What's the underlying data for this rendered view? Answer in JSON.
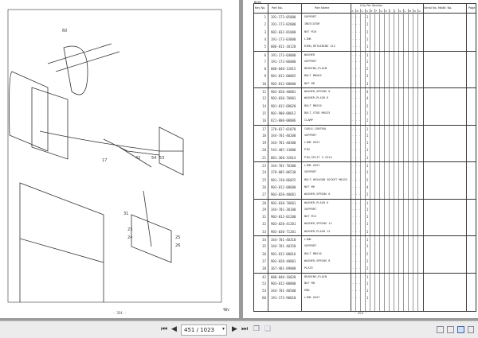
{
  "viewer": {
    "page_input": "451 / 1023",
    "left_page_number": "- 354 -",
    "right_page_number": "- 355 -",
    "left_page_mark": "¶BV"
  },
  "table": {
    "code": "B101",
    "headers": {
      "key": "Key No.",
      "part_no": "Part No.",
      "part_name": "Part Name",
      "qty": "Q'ty Per Section",
      "serial": "Serial No. Modif. No.",
      "page": "Page"
    },
    "sections": [
      "A",
      "B",
      "C",
      "D",
      "E",
      "F",
      "G",
      "H",
      "I",
      "J",
      "K",
      "L",
      "M",
      "N",
      "O"
    ],
    "rows": [
      {
        "key": "1",
        "part": "191-173-05000",
        "name": "SUPPORT",
        "qty": "1",
        "sep": false
      },
      {
        "key": "2",
        "part": "191-173-02000",
        "name": "INDICATOR",
        "qty": "1",
        "sep": false
      },
      {
        "key": "3",
        "part": "902-032-01000",
        "name": "NUT M10",
        "qty": "2",
        "sep": false
      },
      {
        "key": "4",
        "part": "191-173-03000",
        "name": "LINK",
        "qty": "1",
        "sep": false
      },
      {
        "key": "5",
        "part": "806-011-10120",
        "name": "RING,RETAINING S12",
        "qty": "1",
        "sep": false
      },
      {
        "key": "6",
        "part": "191-173-04000",
        "name": "WASHER",
        "qty": "3",
        "sep": true
      },
      {
        "key": "7",
        "part": "191-173-06000",
        "name": "SUPPORT",
        "qty": "1",
        "sep": false
      },
      {
        "key": "8",
        "part": "808-040-12015",
        "name": "BEARING,PLAIN",
        "qty": "2",
        "sep": false
      },
      {
        "key": "9",
        "part": "901-012-08065",
        "name": "BOLT M8X65",
        "qty": "3",
        "sep": false
      },
      {
        "key": "10",
        "part": "903-012-00800",
        "name": "NUT M8",
        "qty": "3",
        "sep": false
      },
      {
        "key": "11",
        "part": "903-020-40801",
        "name": "WASHER,SPRING 8",
        "qty": "4",
        "sep": true
      },
      {
        "key": "12",
        "part": "903-030-70801",
        "name": "WASHER,PLAIN 8",
        "qty": "4",
        "sep": false
      },
      {
        "key": "14",
        "part": "901-012-08020",
        "name": "BOLT M8X20",
        "qty": "2",
        "sep": false
      },
      {
        "key": "15",
        "part": "901-900-00012",
        "name": "BOLT,STUD M6X25",
        "qty": "2",
        "sep": false
      },
      {
        "key": "16",
        "part": "821-000-00006",
        "name": "CLAMP",
        "qty": "2",
        "sep": false
      },
      {
        "key": "17",
        "part": "370-017-01070",
        "name": "CABLE,CONTROL",
        "qty": "1",
        "sep": true
      },
      {
        "key": "18",
        "part": "344-701-40200",
        "name": "SUPPORT",
        "qty": "1",
        "sep": false
      },
      {
        "key": "19",
        "part": "344-701-40300",
        "name": "LINK ASSY",
        "qty": "1",
        "sep": false
      },
      {
        "key": "20",
        "part": "543-405-13000",
        "name": "PIN",
        "qty": "1",
        "sep": false
      },
      {
        "key": "21",
        "part": "801-360-32014",
        "name": "PIN,SPLIT 3.2X14",
        "qty": "1",
        "sep": false
      },
      {
        "key": "23",
        "part": "344-701-70300",
        "name": "LINK ASSY",
        "qty": "1",
        "sep": true
      },
      {
        "key": "24",
        "part": "370-005-06530",
        "name": "SUPPORT",
        "qty": "1",
        "sep": false
      },
      {
        "key": "25",
        "part": "901-310-06025",
        "name": "BOLT,HEXAGON SOCKET M6X25",
        "qty": "2",
        "sep": false
      },
      {
        "key": "26",
        "part": "903-012-00600",
        "name": "NUT M6",
        "qty": "4",
        "sep": false
      },
      {
        "key": "27",
        "part": "903-020-40601",
        "name": "WASHER,SPRING 6",
        "qty": "2",
        "sep": false
      },
      {
        "key": "28",
        "part": "903-030-70601",
        "name": "WASHER,PLAIN 6",
        "qty": "1",
        "sep": true
      },
      {
        "key": "29",
        "part": "344-701-30100",
        "name": "SUPPORT",
        "qty": "1",
        "sep": false
      },
      {
        "key": "31",
        "part": "903-012-01200",
        "name": "NUT M12",
        "qty": "1",
        "sep": false
      },
      {
        "key": "32",
        "part": "903-020-41201",
        "name": "WASHER,SPRING 12",
        "qty": "1",
        "sep": false
      },
      {
        "key": "33",
        "part": "903-030-71201",
        "name": "WASHER,PLAIN 12",
        "qty": "1",
        "sep": false
      },
      {
        "key": "34",
        "part": "344-701-40310",
        "name": "LINK",
        "qty": "1",
        "sep": true
      },
      {
        "key": "35",
        "part": "344-701-40350",
        "name": "SUPPORT",
        "qty": "1",
        "sep": false
      },
      {
        "key": "36",
        "part": "901-012-08016",
        "name": "BOLT M8X16",
        "qty": "2",
        "sep": false
      },
      {
        "key": "37",
        "part": "903-020-40801",
        "name": "WASHER,SPRING 8",
        "qty": "2",
        "sep": false
      },
      {
        "key": "38",
        "part": "367-401-09000",
        "name": "PLATE",
        "qty": "2",
        "sep": false
      },
      {
        "key": "42",
        "part": "808-040-16020",
        "name": "BEARING,PLAIN",
        "qty": "1",
        "sep": true
      },
      {
        "key": "53",
        "part": "903-012-00800",
        "name": "NUT M8",
        "qty": "1",
        "sep": false
      },
      {
        "key": "54",
        "part": "344-701-40500",
        "name": "END",
        "qty": "1",
        "sep": false
      },
      {
        "key": "60",
        "part": "191-173-90010",
        "name": "LINK ASSY",
        "qty": "1",
        "sep": false
      }
    ]
  },
  "diagram": {
    "callouts": [
      "60",
      "17",
      "31",
      "54",
      "53",
      "42",
      "23",
      "24",
      "25",
      "26"
    ]
  }
}
